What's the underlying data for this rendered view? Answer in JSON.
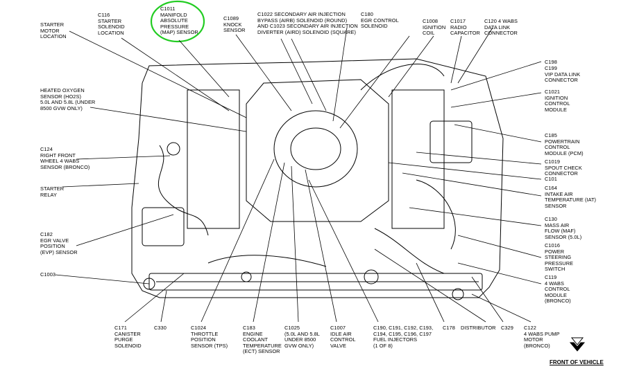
{
  "colors": {
    "ink": "#000000",
    "highlight": "#22cc22",
    "background": "#ffffff"
  },
  "labels": [
    {
      "id": "starter-motor",
      "lines": [
        "STARTER",
        "MOTOR",
        "LOCATION"
      ]
    },
    {
      "id": "c116",
      "lines": [
        "C116",
        "STARTER",
        "SOLENOID",
        "LOCATION"
      ]
    },
    {
      "id": "c1011",
      "lines": [
        "C1011",
        "MANIFOLD",
        "ABSOLUTE",
        "PRESSURE",
        "(MAP) SENSOR"
      ]
    },
    {
      "id": "c1089",
      "lines": [
        "C1089",
        "KNOCK",
        "SENSOR"
      ]
    },
    {
      "id": "c1022",
      "lines": [
        "C1022 SECONDARY AIR INJECTION",
        "BYPASS (AIRB) SOLENOID (ROUND)",
        "AND C1023 SECONDARY AIR INJECTION",
        "DIVERTER (AIRD) SOLENOID (SQUARE)"
      ]
    },
    {
      "id": "c180",
      "lines": [
        "C180",
        "EGR CONTROL",
        "SOLENOID"
      ]
    },
    {
      "id": "c1008",
      "lines": [
        "C1008",
        "IGNITION",
        "COIL"
      ]
    },
    {
      "id": "c1017",
      "lines": [
        "C1017",
        "RADIO",
        "CAPACITOR"
      ]
    },
    {
      "id": "c120",
      "lines": [
        "C120 4 WABS",
        "DATA LINK",
        "CONNECTOR"
      ]
    },
    {
      "id": "c198",
      "lines": [
        "C198"
      ]
    },
    {
      "id": "c199",
      "lines": [
        "C199",
        "VIP DATA LINK",
        "CONNECTOR"
      ]
    },
    {
      "id": "c1021",
      "lines": [
        "C1021",
        "IGNITION",
        "CONTROL",
        "MODULE"
      ]
    },
    {
      "id": "c185",
      "lines": [
        "C185",
        "POWERTRAIN",
        "CONTROL",
        "MODULE (PCM)"
      ]
    },
    {
      "id": "c1019",
      "lines": [
        "C1019",
        "SPOUT CHECK",
        "CONNECTOR"
      ]
    },
    {
      "id": "c101",
      "lines": [
        "C101"
      ]
    },
    {
      "id": "c164",
      "lines": [
        "C164",
        "INTAKE AIR",
        "TEMPERATURE (IAT)",
        "SENSOR"
      ]
    },
    {
      "id": "c130",
      "lines": [
        "C130",
        "MASS AIR",
        "FLOW (MAF)",
        "SENSOR (5.0L)"
      ]
    },
    {
      "id": "c1016",
      "lines": [
        "C1016",
        "POWER",
        "STEERING",
        "PRESSURE",
        "SWITCH"
      ]
    },
    {
      "id": "c119",
      "lines": [
        "C119",
        "4 WABS",
        "CONTROL",
        "MODULE",
        "(BRONCO)"
      ]
    },
    {
      "id": "ho2s",
      "lines": [
        "HEATED OXYGEN",
        "SENSOR (HO2S)",
        "5.0L AND 5.8L (UNDER",
        "8500 GVW ONLY)"
      ]
    },
    {
      "id": "c124",
      "lines": [
        "C124",
        "RIGHT FRONT",
        "WHEEL 4 WABS",
        "SENSOR (BRONCO)"
      ]
    },
    {
      "id": "starter-relay",
      "lines": [
        "STARTER",
        "RELAY"
      ]
    },
    {
      "id": "c182",
      "lines": [
        "C182",
        "EGR VALVE",
        "POSITION",
        "(EVP) SENSOR"
      ]
    },
    {
      "id": "c1003",
      "lines": [
        "C1003"
      ]
    },
    {
      "id": "c171",
      "lines": [
        "C171",
        "CANISTER",
        "PURGE",
        "SOLENOID"
      ]
    },
    {
      "id": "c330",
      "lines": [
        "C330"
      ]
    },
    {
      "id": "c1024",
      "lines": [
        "C1024",
        "THROTTLE",
        "POSITION",
        "SENSOR (TPS)"
      ]
    },
    {
      "id": "c183",
      "lines": [
        "C183",
        "ENGINE",
        "COOLANT",
        "TEMPERATURE",
        "(ECT) SENSOR"
      ]
    },
    {
      "id": "c1025",
      "lines": [
        "C1025",
        "(5.0L AND 5.8L",
        "UNDER 8500",
        "GVW ONLY)"
      ]
    },
    {
      "id": "c1007",
      "lines": [
        "C1007",
        "IDLE AIR",
        "CONTROL",
        "VALVE"
      ]
    },
    {
      "id": "c190",
      "lines": [
        "C190, C191, C192, C193,",
        "C194, C195, C196, C197",
        "FUEL INJECTORS",
        "(1 OF 8)"
      ]
    },
    {
      "id": "c178",
      "lines": [
        "C178"
      ]
    },
    {
      "id": "distributor",
      "lines": [
        "DISTRIBUTOR"
      ]
    },
    {
      "id": "c329",
      "lines": [
        "C329"
      ]
    },
    {
      "id": "c122",
      "lines": [
        "C122",
        "4 WABS PUMP",
        "MOTOR",
        "(BRONCO)"
      ]
    }
  ],
  "front_of_vehicle": "FRONT OF VEHICLE"
}
